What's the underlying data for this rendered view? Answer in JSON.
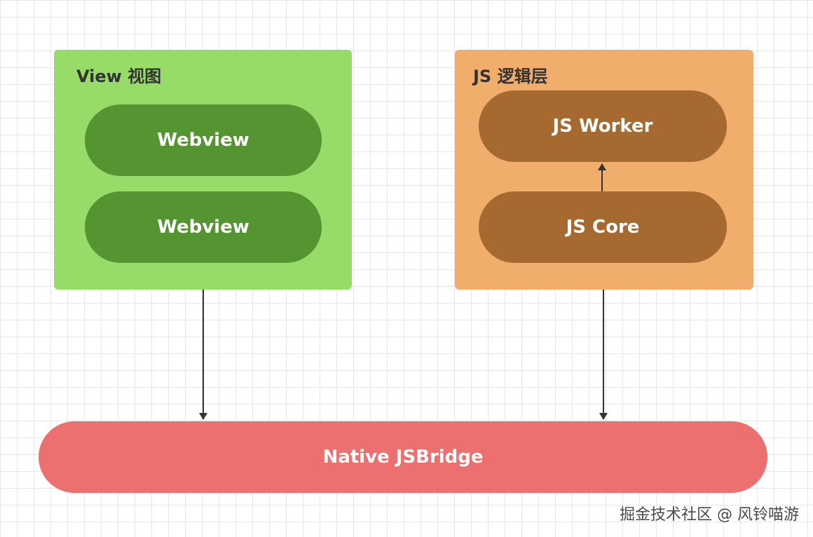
{
  "diagram": {
    "groups": [
      {
        "title": "View 视图",
        "color": "#97dc69"
      },
      {
        "title": "JS 逻辑层",
        "color": "#f0ad6c"
      }
    ],
    "view_nodes": [
      "Webview",
      "Webview"
    ],
    "js_nodes": [
      "JS Worker",
      "JS Core"
    ],
    "bridge": "Native JSBridge",
    "colors": {
      "view_node": "#549431",
      "js_node": "#a66a30",
      "bridge": "#ed7070",
      "arrow": "#333333"
    }
  },
  "watermark": "掘金技术社区 @ 风铃喵游"
}
